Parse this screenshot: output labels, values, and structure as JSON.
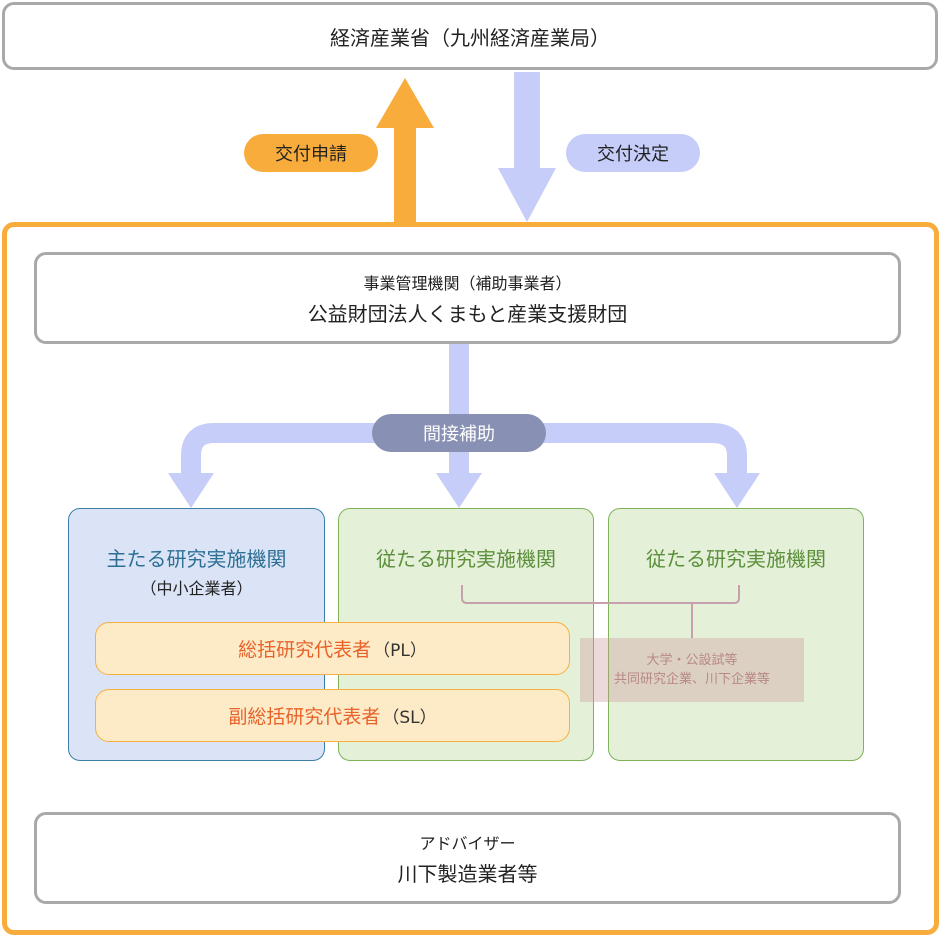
{
  "ministry": {
    "label": "経済産業省（九州経済産業局）"
  },
  "flow": {
    "apply_label": "交付申請",
    "decision_label": "交付決定"
  },
  "admin_org": {
    "role": "事業管理機関（補助事業者）",
    "name": "公益財団法人くまもと産業支援財団"
  },
  "indirect_label": "間接補助",
  "main_org": {
    "title": "主たる研究実施機関",
    "subtitle": "（中小企業者）"
  },
  "sub_orgs": [
    {
      "title": "従たる研究実施機関"
    },
    {
      "title": "従たる研究実施機関"
    }
  ],
  "roles": {
    "pl": {
      "name": "総括研究代表者",
      "code": "（PL）"
    },
    "sl": {
      "name": "副総括研究代表者",
      "code": "（SL）"
    }
  },
  "partners_note": {
    "line1": "大学・公設試等",
    "line2": "共同研究企業、川下企業等"
  },
  "adviser": {
    "role": "アドバイザー",
    "name": "川下製造業者等"
  },
  "colors": {
    "orange": "#f8ac3c",
    "lavender": "#c5cdf8",
    "blue_border": "#3b7fa6",
    "blue_fill": "#dbe4f6",
    "green_border": "#7eb35a",
    "green_fill": "#e5f0d9",
    "slate": "#8890b3"
  }
}
